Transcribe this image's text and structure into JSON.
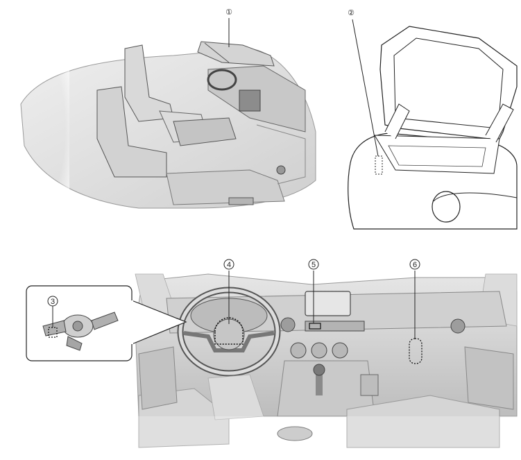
{
  "callouts": [
    {
      "id": "c1",
      "label": "①"
    },
    {
      "id": "c2",
      "label": "②"
    },
    {
      "id": "c3",
      "label": "3"
    },
    {
      "id": "c4",
      "label": "4"
    },
    {
      "id": "c5",
      "label": "5"
    },
    {
      "id": "c6",
      "label": "6"
    }
  ],
  "colors": {
    "line": "#2b2b2b",
    "fill_light": "#e9e9e9",
    "fill_mid": "#d6d6d6",
    "fill_dark": "#bdbdbd",
    "fill_shadow": "#a9a9a9",
    "background": "#ffffff"
  }
}
